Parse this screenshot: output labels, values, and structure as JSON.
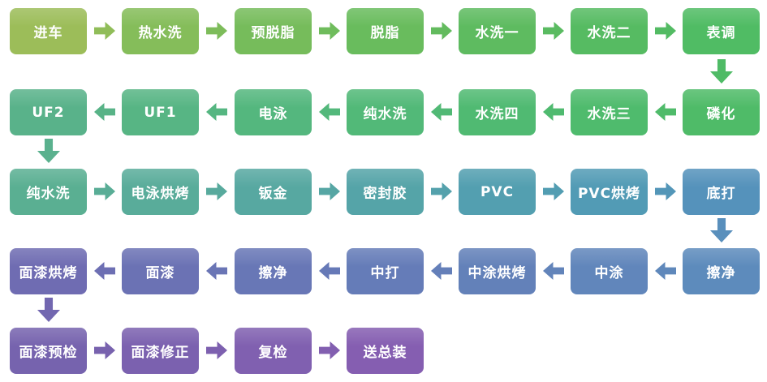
{
  "diagram": {
    "background": "#FFFFFF",
    "text_color": "#FFFFFF",
    "rows": [
      {
        "direction": "right",
        "boxes": [
          {
            "label": "进车",
            "color": "#9CBD59"
          },
          {
            "label": "热水洗",
            "color": "#85BD5A"
          },
          {
            "label": "预脱脂",
            "color": "#76BC5B"
          },
          {
            "label": "脱脂",
            "color": "#69BC5D"
          },
          {
            "label": "水洗一",
            "color": "#5EBB60"
          },
          {
            "label": "水洗二",
            "color": "#56BB62"
          },
          {
            "label": "表调",
            "color": "#50BC64"
          }
        ],
        "arrows": [
          {
            "color": "#90BD59"
          },
          {
            "color": "#7DBC5A"
          },
          {
            "color": "#6FBC5C"
          },
          {
            "color": "#63BB5E"
          },
          {
            "color": "#5ABB61"
          },
          {
            "color": "#53BB63"
          }
        ]
      },
      {
        "direction": "left",
        "boxes": [
          {
            "label": "UF2",
            "color": "#59B28A"
          },
          {
            "label": "UF1",
            "color": "#57B584"
          },
          {
            "label": "电泳",
            "color": "#54B77E"
          },
          {
            "label": "纯水洗",
            "color": "#52B978"
          },
          {
            "label": "水洗四",
            "color": "#50BA72"
          },
          {
            "label": "水洗三",
            "color": "#4FBB6D"
          },
          {
            "label": "磷化",
            "color": "#4FBB68"
          }
        ],
        "arrows": [
          {
            "color": "#58B387"
          },
          {
            "color": "#55B681"
          },
          {
            "color": "#53B87B"
          },
          {
            "color": "#51B975"
          },
          {
            "color": "#4FBA6F"
          },
          {
            "color": "#4FBB6A"
          }
        ]
      },
      {
        "direction": "right",
        "boxes": [
          {
            "label": "纯水洗",
            "color": "#5AAF92"
          },
          {
            "label": "电泳烘烤",
            "color": "#59AC9A"
          },
          {
            "label": "钣金",
            "color": "#57A8A1"
          },
          {
            "label": "密封胶",
            "color": "#55A4A8"
          },
          {
            "label": "PVC",
            "color": "#539FB0"
          },
          {
            "label": "PVC烘烤",
            "color": "#529BB5"
          },
          {
            "label": "底打",
            "color": "#5592BB"
          }
        ],
        "arrows": [
          {
            "color": "#59AD96"
          },
          {
            "color": "#58AA9D"
          },
          {
            "color": "#56A6A4"
          },
          {
            "color": "#54A1AC"
          },
          {
            "color": "#529DB2"
          },
          {
            "color": "#5396B8"
          }
        ]
      },
      {
        "direction": "left",
        "boxes": [
          {
            "label": "面漆烘烤",
            "color": "#6F6CB2"
          },
          {
            "label": "面漆",
            "color": "#6B72B4"
          },
          {
            "label": "擦净",
            "color": "#6877B6"
          },
          {
            "label": "中打",
            "color": "#657CB8"
          },
          {
            "label": "中涂烘烤",
            "color": "#6381B9"
          },
          {
            "label": "中涂",
            "color": "#6186BB"
          },
          {
            "label": "擦净",
            "color": "#5D8BBC"
          }
        ],
        "arrows": [
          {
            "color": "#6D6FB3"
          },
          {
            "color": "#6A75B5"
          },
          {
            "color": "#6679B7"
          },
          {
            "color": "#647FB9"
          },
          {
            "color": "#6284BA"
          },
          {
            "color": "#5F88BB"
          }
        ]
      },
      {
        "direction": "right",
        "boxes": [
          {
            "label": "面漆预检",
            "color": "#7663AE"
          },
          {
            "label": "面漆修正",
            "color": "#7B61AF"
          },
          {
            "label": "复检",
            "color": "#8060B0"
          },
          {
            "label": "送总装",
            "color": "#855EB1"
          }
        ],
        "arrows": [
          {
            "color": "#7862AE"
          },
          {
            "color": "#7D60AF"
          },
          {
            "color": "#825FB0"
          }
        ]
      }
    ],
    "down_connectors": [
      {
        "color": "#4FBB66"
      },
      {
        "color": "#5AB18E"
      },
      {
        "color": "#598FBC"
      },
      {
        "color": "#7267B0"
      }
    ]
  }
}
